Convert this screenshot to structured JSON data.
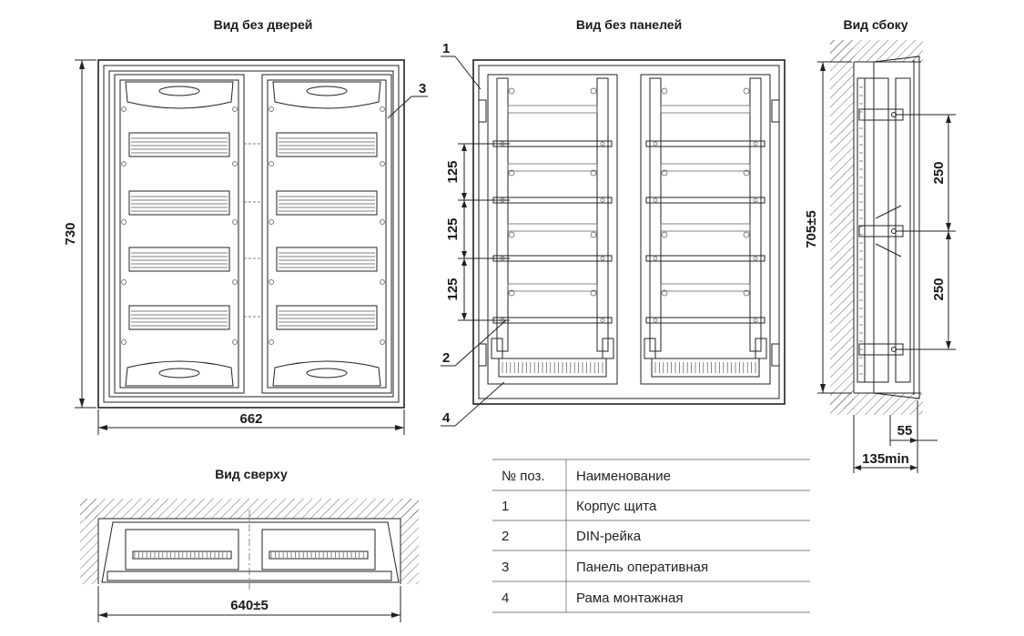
{
  "views": {
    "front_no_doors": "Вид без дверей",
    "front_no_panels": "Вид без панелей",
    "side": "Вид сбоку",
    "top": "Вид сверху"
  },
  "dimensions": {
    "height_front": "730",
    "width_front": "662",
    "rail_pitch": [
      "125",
      "125",
      "125"
    ],
    "height_side": "705±5",
    "side_upper": "250",
    "side_lower": "250",
    "depth_55": "55",
    "depth_min": "135min",
    "width_top": "640±5"
  },
  "callouts": [
    "1",
    "2",
    "3",
    "4"
  ],
  "table": {
    "headers": [
      "№ поз.",
      "Наименование"
    ],
    "rows": [
      [
        "1",
        "Корпус щита"
      ],
      [
        "2",
        "DIN-рейка"
      ],
      [
        "3",
        "Панель оперативная"
      ],
      [
        "4",
        "Рама монтажная"
      ]
    ]
  }
}
